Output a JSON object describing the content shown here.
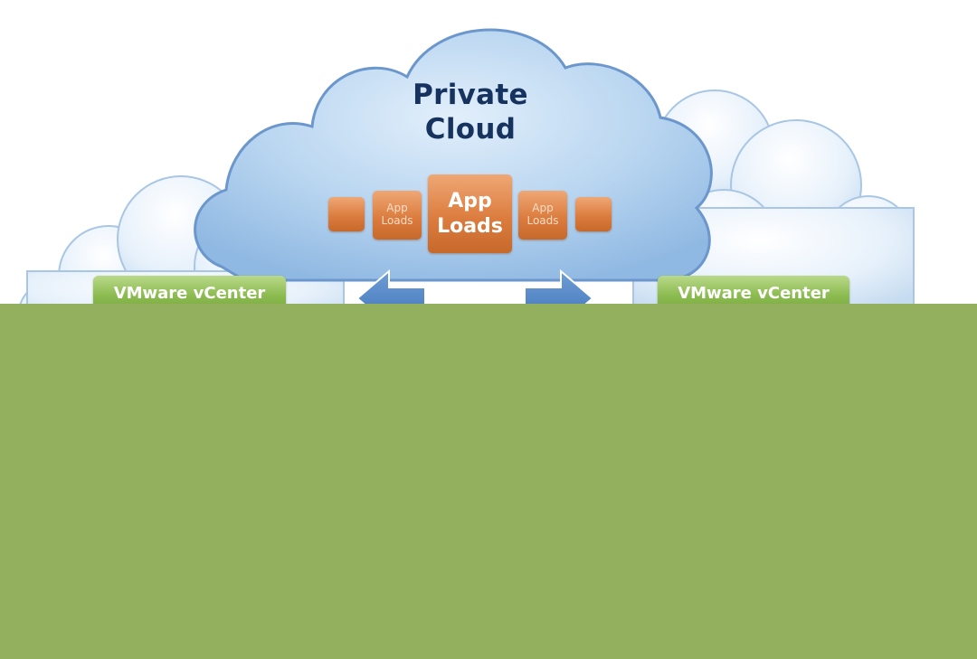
{
  "diagram": {
    "title_line_1": "Private",
    "title_line_2": "Cloud",
    "app_main_line_1": "App",
    "app_main_line_2": "Loads",
    "app_side_line_1": "App",
    "app_side_line_2": "Loads",
    "left_badge": "VMware vCenter",
    "right_badge": "VMware vCenter"
  },
  "colors": {
    "cloud_fill": "#bfdaf2",
    "cloud_outline": "#7fa7d6",
    "side_cloud_fill": "#e6f0fa",
    "title_text": "#16335f",
    "app_box": "#dc7d3f",
    "badge": "#8cbb50",
    "overlay": "#93b05f"
  }
}
